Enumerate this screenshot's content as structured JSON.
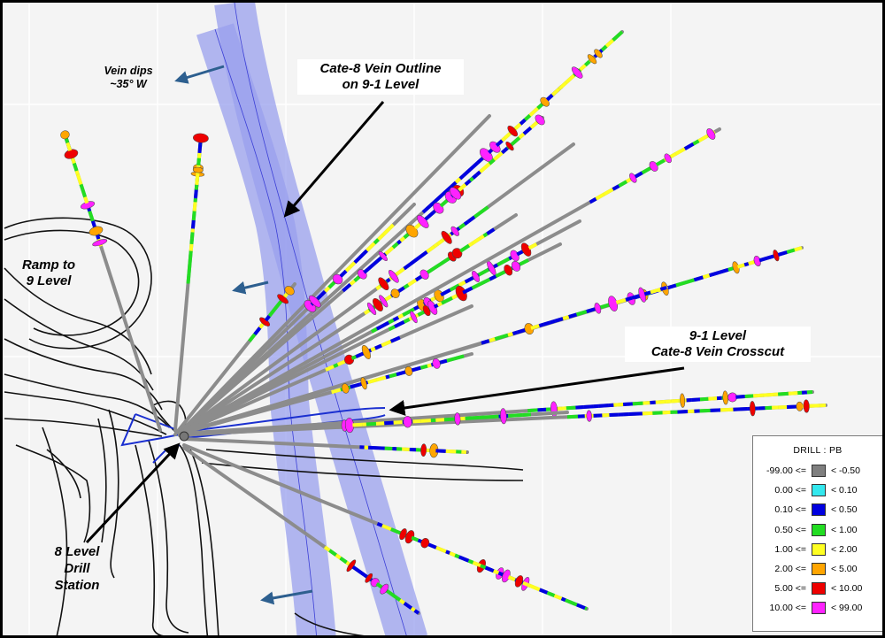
{
  "callouts": {
    "vein_dips": [
      "Vein dips",
      "~35° W"
    ],
    "vein_outline": [
      "Cate-8 Vein Outline",
      "on 9-1 Level"
    ],
    "ramp": [
      "Ramp to",
      "9 Level"
    ],
    "crosscut": [
      "9-1 Level",
      "Cate-8 Vein Crosscut"
    ],
    "station": [
      "8 Level",
      "Drill",
      "Station"
    ]
  },
  "legend": {
    "title": "DRILL : PB",
    "rows": [
      {
        "low": "-99.00 <=",
        "high": "< -0.50",
        "color": "#7f7f7f"
      },
      {
        "low": "0.00 <=",
        "high": "< 0.10",
        "color": "#33e8ee"
      },
      {
        "low": "0.10 <=",
        "high": "< 0.50",
        "color": "#0000e0"
      },
      {
        "low": "0.50 <=",
        "high": "< 1.00",
        "color": "#22dd22"
      },
      {
        "low": "1.00 <=",
        "high": "< 2.00",
        "color": "#ffff22"
      },
      {
        "low": "2.00 <=",
        "high": "< 5.00",
        "color": "#ffa500"
      },
      {
        "low": "5.00 <=",
        "high": "< 10.00",
        "color": "#ee0000"
      },
      {
        "low": "10.00 <=",
        "high": "< 99.00",
        "color": "#ff22ff"
      }
    ]
  },
  "colors": {
    "vein": "#9aa0ee",
    "dip_arrow": "#2d5f8f",
    "hole": "#8c8c8c",
    "workings": "#111111",
    "drift": "#1a2fd0"
  }
}
